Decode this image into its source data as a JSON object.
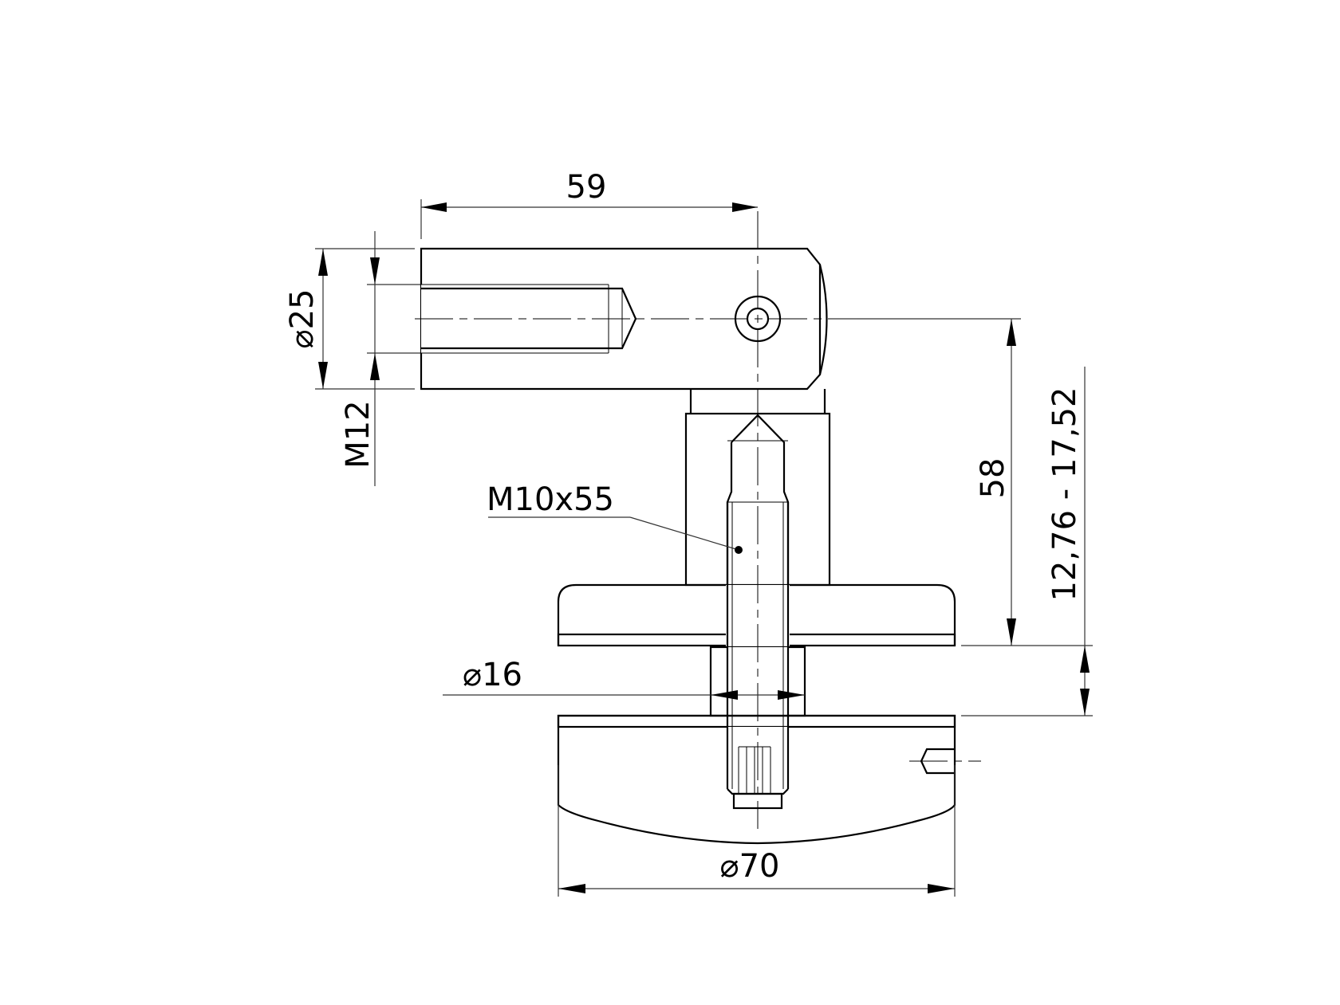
{
  "drawing": {
    "title": "Glass clamp / spider fitting cross-section",
    "background": "#ffffff",
    "line_color": "#000000"
  },
  "dimensions": {
    "top_length": "59",
    "pipe_diameter": "25",
    "pipe_thread": "M12",
    "bolt": "M10x55",
    "height": "58",
    "glass_thickness_range": "12,76 - 17,52",
    "sleeve_diameter": "16",
    "disc_diameter": "70"
  },
  "symbols": {
    "diameter": "⌀"
  }
}
